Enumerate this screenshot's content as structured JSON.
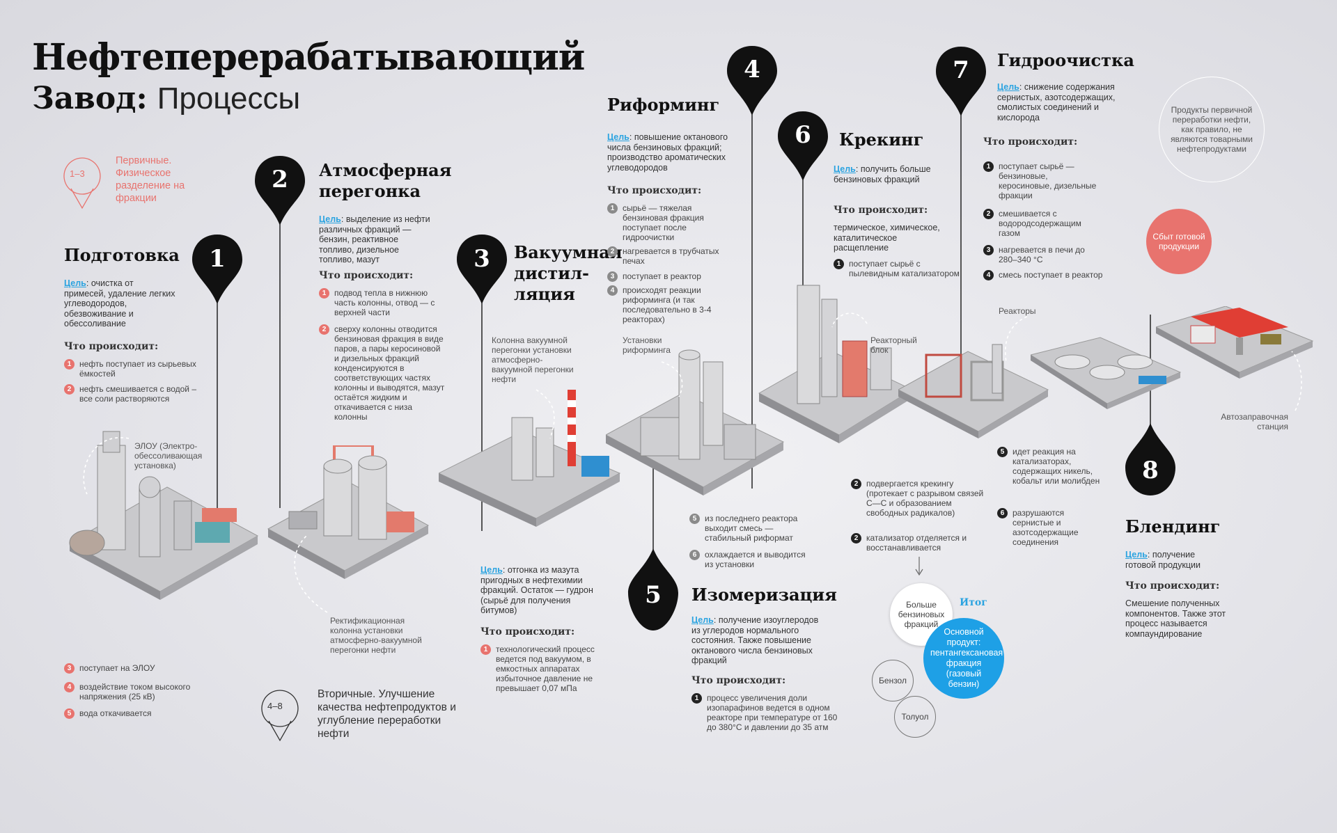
{
  "header": {
    "title_line1": "Нефтеперерабатывающий",
    "title_line2_bold": "Завод:",
    "title_line2_light": "Процессы"
  },
  "legend": {
    "primary": {
      "range": "1–3",
      "text": "Первичные. Физическое разделение на фракции"
    },
    "secondary": {
      "range": "4–8",
      "text": "Вторичные. Улучшение качества нефтепродуктов и углубление переработки нефти"
    }
  },
  "common": {
    "goal_label": "Цель",
    "what_label": "Что происходит:"
  },
  "stages": [
    {
      "num": "1",
      "title": "Подготовка",
      "goal": ": очистка от примесей, удаление легких углеводородов, обезвоживание и обессоливание",
      "steps": [
        {
          "n": "1",
          "t": "нефть поступает из сырьевых ёмкостей"
        },
        {
          "n": "2",
          "t": "нефть смешивается с водой – все соли растворяются"
        },
        {
          "n": "3",
          "t": "поступает на ЭЛОУ"
        },
        {
          "n": "4",
          "t": "воздействие током высокого напряжения (25 кВ)"
        },
        {
          "n": "5",
          "t": "вода откачивается"
        }
      ],
      "callout": "ЭЛОУ (Электро-обессоливающая установка)"
    },
    {
      "num": "2",
      "title": "Атмосферная перегонка",
      "goal": ": выделение из нефти различных фракций — бензин, реактивное топливо, дизельное топливо, мазут",
      "steps": [
        {
          "n": "1",
          "t": "подвод тепла в нижнюю часть колонны, отвод — с верхней части"
        },
        {
          "n": "2",
          "t": "сверху колонны отводится бензиновая фракция в виде паров, а пары керосиновой и дизельных фракций конденсируются в соответствующих частях колонны и выводятся, мазут остаётся жидким и откачивается с низа колонны"
        }
      ],
      "callout": "Ректификационная колонна установки атмосферно-вакуумной перегонки нефти"
    },
    {
      "num": "3",
      "title": "Вакуумная дистил-ляция",
      "goal": ": отгонка из мазута пригодных в нефтехимии фракций. Остаток — гудрон (сырьё для получения битумов)",
      "steps": [
        {
          "n": "1",
          "t": "технологический процесс ведется под вакуумом, в емкостных аппаратах избыточное давление не превышает 0,07 мПа"
        }
      ],
      "callout": "Колонна вакуумной перегонки установки атмосферно-вакуумной перегонки нефти"
    },
    {
      "num": "4",
      "title": "Риформинг",
      "goal": ": повышение октанового числа бензиновых фракций; производство ароматических углеводородов",
      "steps": [
        {
          "n": "1",
          "t": "сырьё — тяжелая бензиновая фракция поступает после гидроочистки"
        },
        {
          "n": "2",
          "t": "нагревается в трубчатых печах"
        },
        {
          "n": "3",
          "t": "поступает в реактор"
        },
        {
          "n": "4",
          "t": "происходят реакции риформинга (и так последовательно в 3-4 реакторах)"
        },
        {
          "n": "5",
          "t": "из последнего реактора выходит смесь — стабильный риформат"
        },
        {
          "n": "6",
          "t": "охлаждается и выводится из установки"
        }
      ],
      "callout": "Установки риформинга"
    },
    {
      "num": "5",
      "title": "Изомеризация",
      "goal": ": получение изоуглеродов из углеродов нормального состояния. Также повышение октанового числа бензиновых фракций",
      "steps": [
        {
          "n": "1",
          "t": "процесс увеличения доли изопарафинов ведется в одном реакторе при температуре от 160 до 380°С и давлении до 35 атм"
        }
      ]
    },
    {
      "num": "6",
      "title": "Крекинг",
      "goal": ": получить больше бензиновых фракций",
      "what_intro": "термическое, химическое, каталитическое расщепление",
      "steps": [
        {
          "n": "1",
          "t": "поступает сырьё с пылевидным катализатором"
        },
        {
          "n": "2",
          "t": "подвергается крекингу (протекает с разрывом связей С—С и образованием свободных радикалов)"
        },
        {
          "n": "2",
          "t": "катализатор отделяется и восстанавливается"
        }
      ],
      "callout": "Реакторный блок"
    },
    {
      "num": "7",
      "title": "Гидроочистка",
      "goal": ": снижение содержания сернистых, азотсодержащих, смолистых соединений и кислорода",
      "steps": [
        {
          "n": "1",
          "t": "поступает сырьё — бензиновые, керосиновые, дизельные фракции"
        },
        {
          "n": "2",
          "t": "смешивается с водородсодержащим газом"
        },
        {
          "n": "3",
          "t": "нагревается в печи до 280–340 °С"
        },
        {
          "n": "4",
          "t": "смесь поступает в реактор"
        },
        {
          "n": "5",
          "t": "идет реакция на катализаторах, содержащих никель, кобальт или молибден"
        },
        {
          "n": "6",
          "t": "разрушаются сернистые и азотсодержащие соединения"
        }
      ],
      "callout": "Реакторы"
    },
    {
      "num": "8",
      "title": "Блендинг",
      "goal": ": получение готовой продукции",
      "what_intro": "Смешение полученных компонентов. Также этот процесс называется компаундирование",
      "callout": "Автозаправочная станция"
    }
  ],
  "result": {
    "label": "Итог",
    "more": "Больше бензиновых фракций",
    "main": "Основной продукт: пентангексановая фракция (газовый бензин)",
    "benzene": "Бензол",
    "toluene": "Толуол"
  },
  "notes": {
    "sales": "Сбыт готовой продукции",
    "primary_products": "Продукты первичной переработки нефти, как правило, не являются товарными нефтепродуктами"
  },
  "colors": {
    "accent_blue": "#2aa3e0",
    "step_red": "#e8736e",
    "pin_black": "#111111",
    "sales_red": "#e8736e"
  }
}
